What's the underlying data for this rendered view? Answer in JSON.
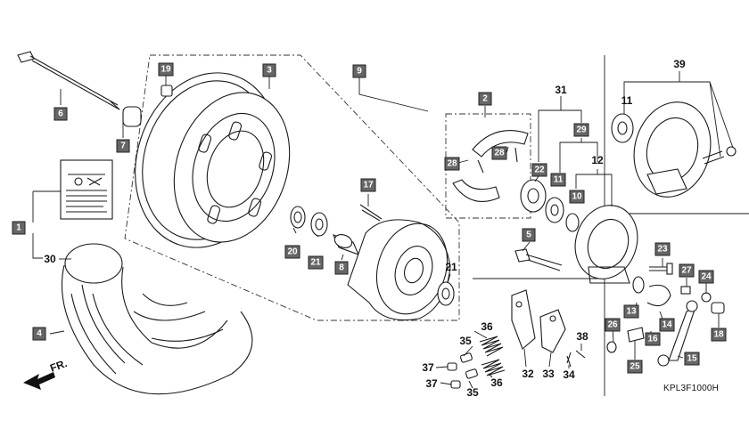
{
  "diagram_code": "KPL3F1000H",
  "front_arrow_label": "FR.",
  "labels": {
    "l1": "1",
    "l2": "2",
    "l3": "3",
    "l4": "4",
    "l5": "5",
    "l6": "6",
    "l7": "7",
    "l8": "8",
    "l9": "9",
    "l10": "10",
    "l11_box": "11",
    "l11_plain": "11",
    "l12": "12",
    "l13": "13",
    "l14": "14",
    "l15": "15",
    "l16": "16",
    "l17": "17",
    "l18": "18",
    "l19": "19",
    "l20": "20",
    "l21_box": "21",
    "l21_plain": "21",
    "l22": "22",
    "l23": "23",
    "l24": "24",
    "l25": "25",
    "l26": "26",
    "l27": "27",
    "l28a": "28",
    "l28b": "28",
    "l29": "29",
    "l30": "30",
    "l31": "31",
    "l32": "32",
    "l33": "33",
    "l34": "34",
    "l35a": "35",
    "l35b": "35",
    "l36a": "36",
    "l36b": "36",
    "l37a": "37",
    "l37b": "37",
    "l38": "38",
    "l39": "39"
  }
}
